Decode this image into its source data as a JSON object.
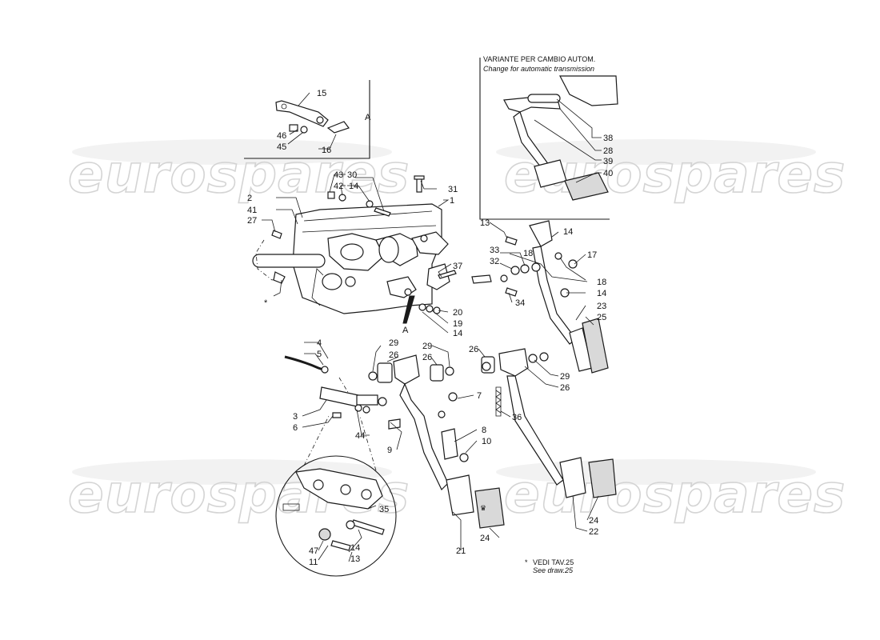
{
  "watermark": {
    "text": "eurospares"
  },
  "inset_automatic": {
    "title_it": "VARIANTE PER CAMBIO AUTOM.",
    "title_en": "Change for automatic transmission"
  },
  "see_also": {
    "star": "*",
    "it": "VEDI TAV.25",
    "en": "See draw.25"
  },
  "markers": {
    "section_a": "A"
  },
  "callouts": {
    "c1": "1",
    "c2": "2",
    "c3": "3",
    "c4": "4",
    "c5": "5",
    "c6": "6",
    "c7": "7",
    "c8": "8",
    "c9": "9",
    "c10": "10",
    "c11": "11",
    "c13": "13",
    "c14": "14",
    "c15": "15",
    "c16": "16",
    "c17": "17",
    "c18": "18",
    "c19": "19",
    "c20": "20",
    "c21": "21",
    "c22": "22",
    "c23": "23",
    "c24": "24",
    "c25": "25",
    "c26": "26",
    "c27": "27",
    "c28": "28",
    "c29": "29",
    "c30": "30",
    "c31": "31",
    "c32": "32",
    "c33": "33",
    "c34": "34",
    "c35": "35",
    "c36": "36",
    "c37": "37",
    "c38": "38",
    "c39": "39",
    "c40": "40",
    "c41": "41",
    "c42": "42",
    "c43": "43",
    "c44": "44",
    "c45": "45",
    "c46": "46",
    "c47": "47"
  }
}
